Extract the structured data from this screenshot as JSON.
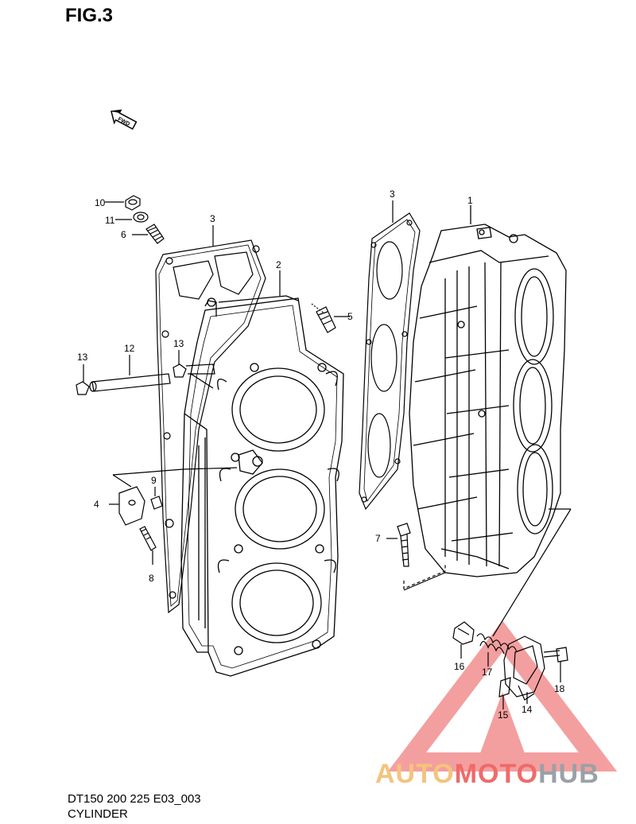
{
  "figure": {
    "title": "FIG.3"
  },
  "caption": {
    "model_code": "DT150 200 225 E03_003",
    "name": "CYLINDER"
  },
  "direction_marker": {
    "label": "FWD"
  },
  "callouts": [
    {
      "id": "c10a",
      "label": "10"
    },
    {
      "id": "c11a",
      "label": "11"
    },
    {
      "id": "c6",
      "label": "6"
    },
    {
      "id": "c3a",
      "label": "3"
    },
    {
      "id": "c2",
      "label": "2"
    },
    {
      "id": "c5",
      "label": "5"
    },
    {
      "id": "c13a",
      "label": "13"
    },
    {
      "id": "c12",
      "label": "12"
    },
    {
      "id": "c13b",
      "label": "13"
    },
    {
      "id": "c9",
      "label": "9"
    },
    {
      "id": "c4",
      "label": "4"
    },
    {
      "id": "c8",
      "label": "8"
    },
    {
      "id": "c3b",
      "label": "3"
    },
    {
      "id": "c1",
      "label": "1"
    },
    {
      "id": "c7",
      "label": "7"
    },
    {
      "id": "c16",
      "label": "16"
    },
    {
      "id": "c17",
      "label": "17"
    },
    {
      "id": "c18",
      "label": "18"
    },
    {
      "id": "c15",
      "label": "15"
    },
    {
      "id": "c14",
      "label": "14"
    }
  ],
  "watermark": {
    "part1": "AUTO",
    "part2": "MOTO",
    "part3": "HUB",
    "colors": {
      "triangle": "#f08080",
      "auto": "#f3c47e",
      "moto": "#f06a6a",
      "hub": "#9aa1a6"
    }
  }
}
